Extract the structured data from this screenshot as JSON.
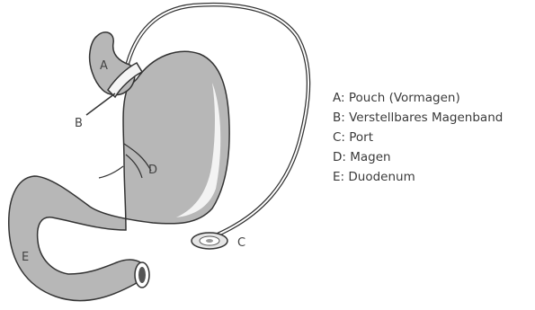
{
  "diagram": {
    "labels": {
      "a": "A",
      "b": "B",
      "c": "C",
      "d": "D",
      "e": "E"
    },
    "colors": {
      "organ_fill": "#b7b7b7",
      "highlight": "#f3f3f3",
      "outline": "#333333",
      "port_fill": "#e6e6e6",
      "band_fill": "#f5f5f5"
    }
  },
  "legend": {
    "items": [
      "A: Pouch (Vormagen)",
      "B: Verstellbares Magenband",
      "C: Port",
      "D: Magen",
      "E: Duodenum"
    ]
  }
}
